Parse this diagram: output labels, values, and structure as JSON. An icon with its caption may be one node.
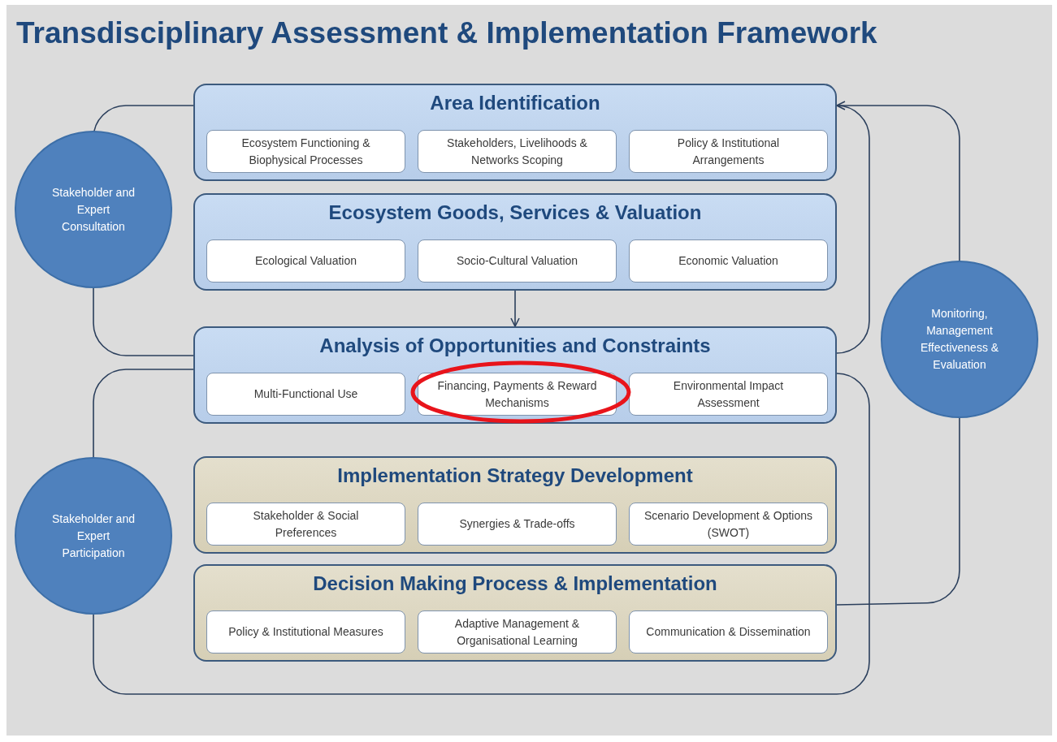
{
  "diagram": {
    "title": "Transdisciplinary Assessment & Implementation Framework",
    "nodes": [
      {
        "text": [
          "Area Identification"
        ]
      },
      {
        "text": [
          "Ecosystem Functioning & Biophysical Processes"
        ],
        "in": 0
      },
      {
        "text": [
          "Stakeholders, Livelihoods & Networks Scoping"
        ],
        "in": 0
      },
      {
        "text": [
          "Policy & Institutional Arrangements"
        ],
        "in": 0
      },
      {
        "text": [
          "Ecosystem Goods, Services & Valuation"
        ]
      },
      {
        "text": [
          "Ecological Valuation"
        ],
        "in": 4
      },
      {
        "text": [
          "Socio-Cultural Valuation"
        ],
        "in": 4
      },
      {
        "text": [
          "Economic Valuation"
        ],
        "in": 4
      },
      {
        "text": [
          "Analysis of Opportunities and Constraints"
        ]
      },
      {
        "text": [
          "Multi-Functional Use"
        ],
        "in": 8
      },
      {
        "text": [
          "Financing, Payments & Reward Mechanisms"
        ],
        "in": 8
      },
      {
        "text": [
          "Environmental Impact Assessment"
        ],
        "in": 8
      },
      {
        "text": [
          "Implementation Strategy Development"
        ]
      },
      {
        "text": [
          "Stakeholder & Social Preferences"
        ],
        "in": 12
      },
      {
        "text": [
          "Synergies & Trade-offs"
        ],
        "in": 12
      },
      {
        "text": [
          "Scenario Development & Options (SWOT)"
        ],
        "in": 12
      },
      {
        "text": [
          "Decision Making Process & Implementation"
        ]
      },
      {
        "text": [
          "Policy & Institutional Measures"
        ],
        "in": 16
      },
      {
        "text": [
          "Adaptive Management & Organisational Learning"
        ],
        "in": 16
      },
      {
        "text": [
          "Communication & Dissemination"
        ],
        "in": 16
      },
      {
        "text": [
          "Stakeholder and Expert Consultation"
        ]
      },
      {
        "text": [
          "Stakeholder and Expert Participation"
        ]
      },
      {
        "text": [
          "Monitoring, Management Effectiveness & Evaluation"
        ]
      }
    ],
    "edges": [
      {
        "from": 4,
        "to": 8,
        "arrow": "to"
      },
      {
        "from": 0,
        "to": 20,
        "arrow": "none"
      },
      {
        "from": 20,
        "to": 8,
        "arrow": "none"
      },
      {
        "from": 8,
        "to": 0,
        "arrow": "none"
      },
      {
        "from": 8,
        "to": 21,
        "arrow": "none"
      },
      {
        "from": 21,
        "to": 8,
        "arrow": "none"
      },
      {
        "from": 16,
        "to": 22,
        "arrow": "none"
      },
      {
        "from": 22,
        "to": 0,
        "arrow": "to"
      }
    ]
  }
}
